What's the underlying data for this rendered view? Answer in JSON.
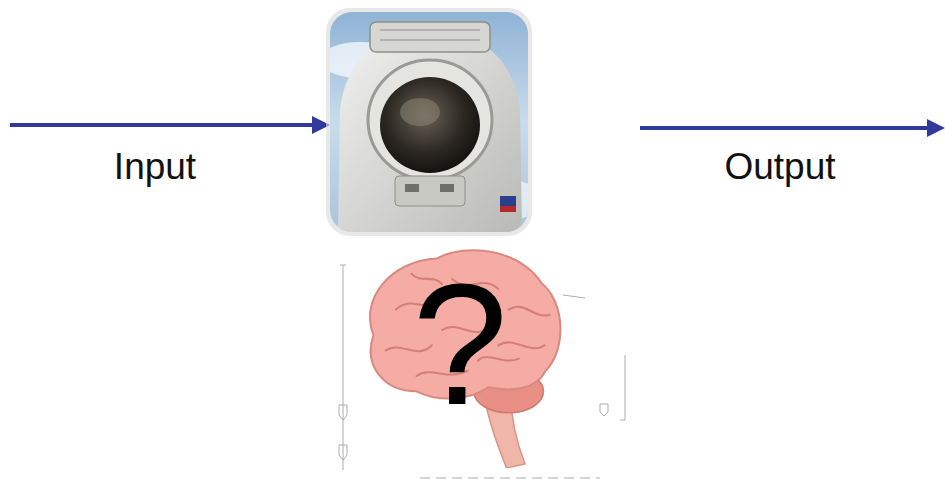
{
  "diagram": {
    "nodes": [
      {
        "text": [
          "?"
        ]
      }
    ],
    "labels": [
      "Input",
      "Output"
    ]
  }
}
